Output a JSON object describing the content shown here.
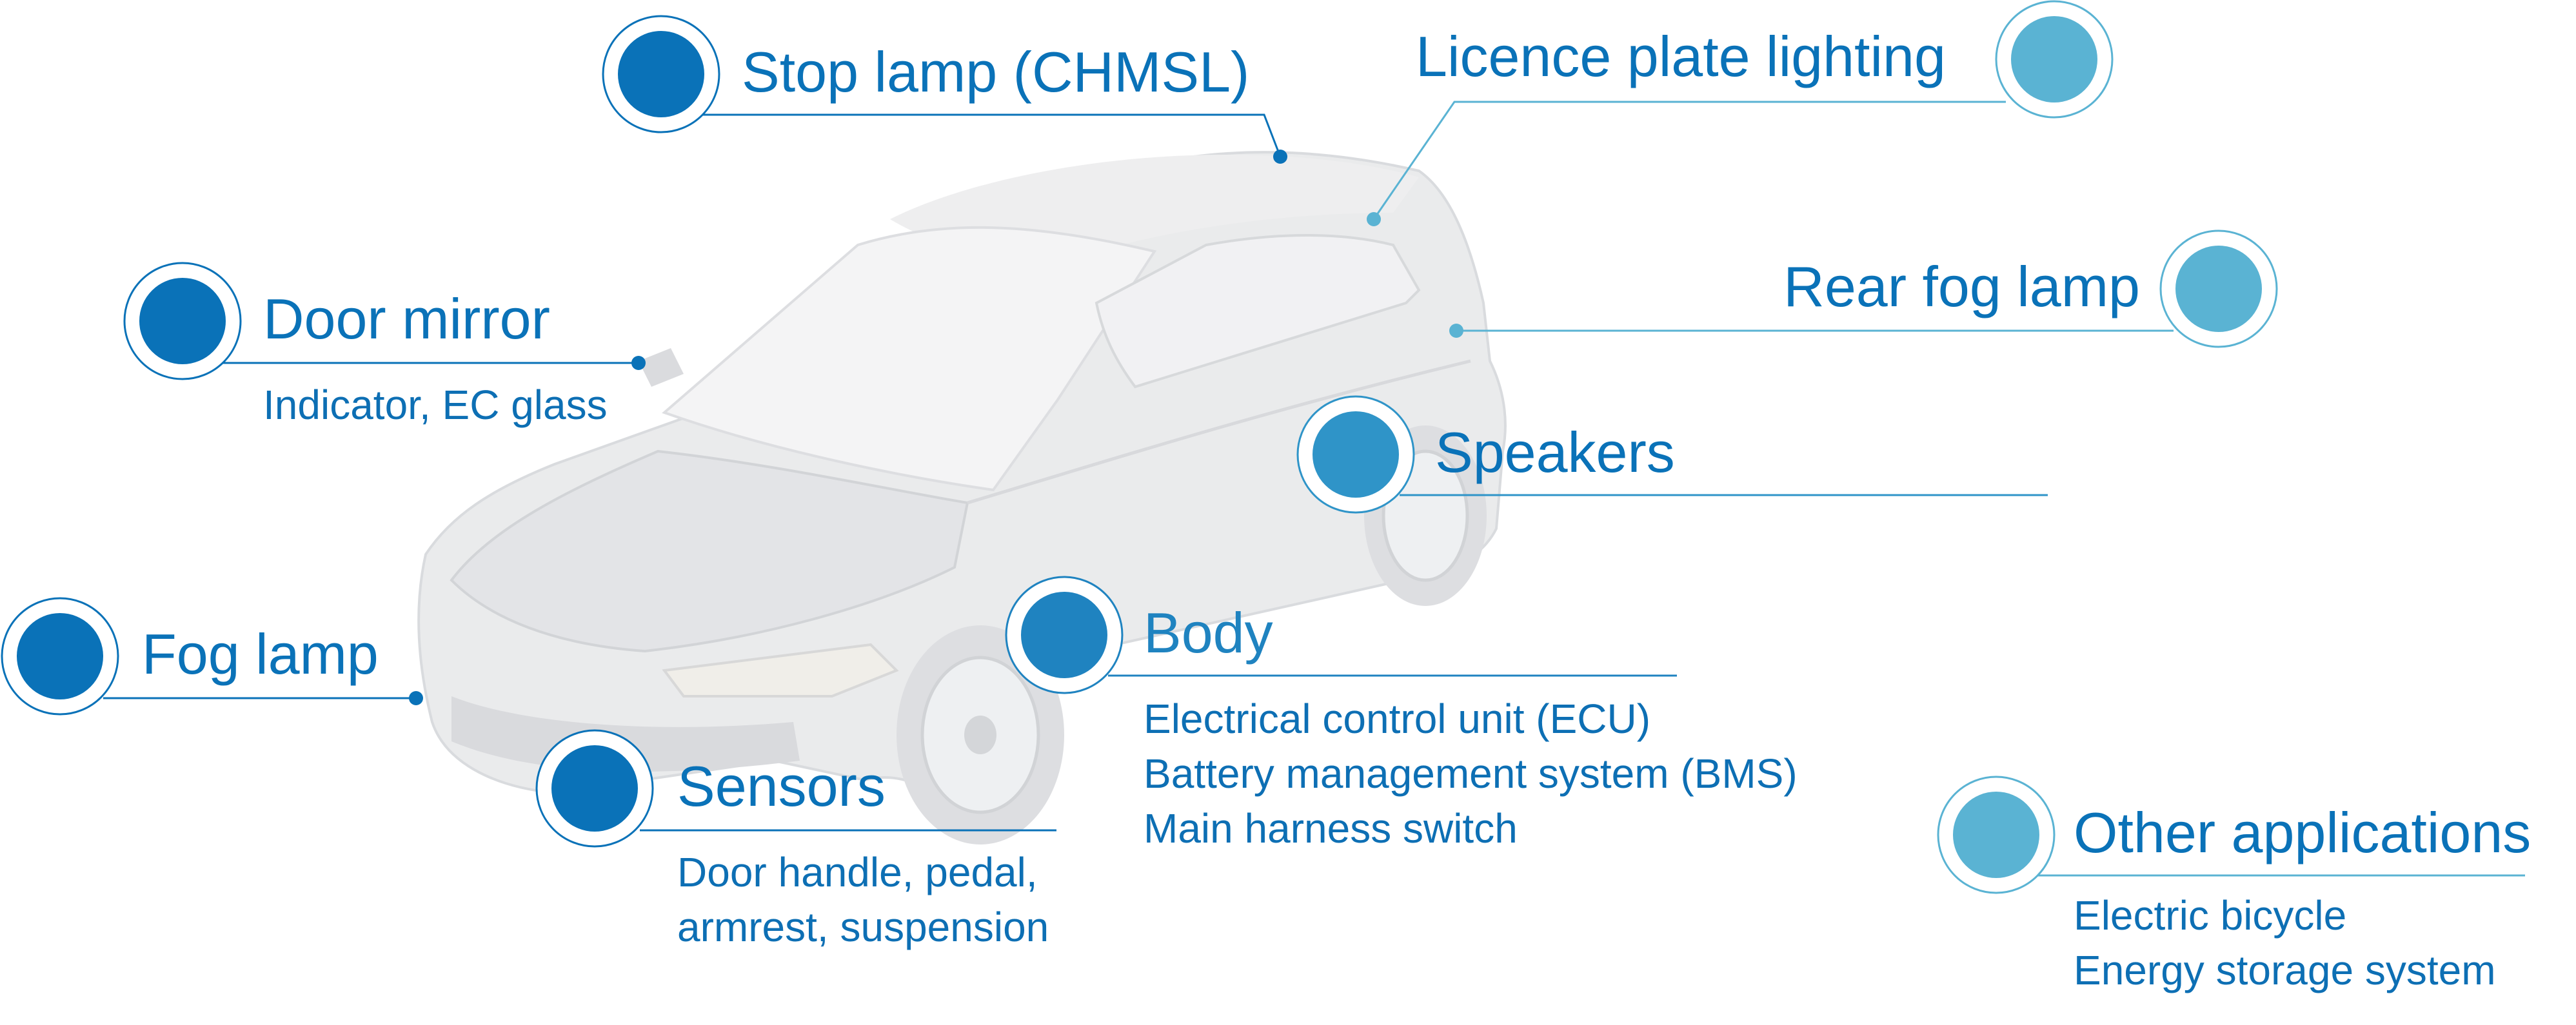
{
  "colors": {
    "dark_blue": "#0a72b8",
    "mid_blue": "#2f94c8",
    "light_blue": "#5ab3d3",
    "text_blue": "#0d6fb4"
  },
  "labels": {
    "stop_lamp": {
      "title": "Stop lamp (CHMSL)"
    },
    "licence_plate": {
      "title": "Licence plate lighting"
    },
    "door_mirror": {
      "title": "Door mirror",
      "detail": "Indicator, EC glass"
    },
    "rear_fog": {
      "title": "Rear fog lamp"
    },
    "speakers": {
      "title": "Speakers"
    },
    "fog_lamp": {
      "title": "Fog lamp"
    },
    "body": {
      "title": "Body",
      "details": [
        "Electrical control unit (ECU)",
        "Battery management system (BMS)",
        "Main harness switch"
      ]
    },
    "sensors": {
      "title": "Sensors",
      "details": [
        "Door handle, pedal,",
        "armrest, suspension"
      ]
    },
    "other": {
      "title": "Other applications",
      "details": [
        "Electric bicycle",
        "Energy storage system"
      ]
    }
  }
}
